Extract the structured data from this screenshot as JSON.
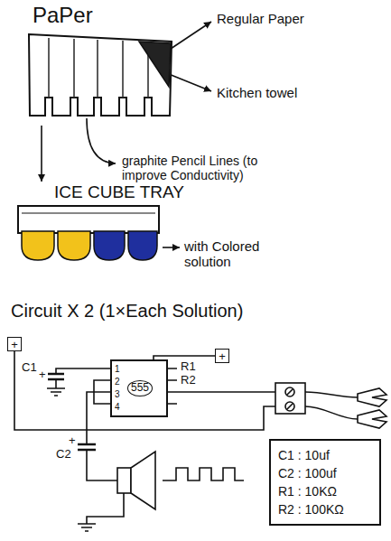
{
  "diagram": {
    "nodes": [
      {
        "text": [
          "PaPer"
        ]
      },
      {
        "text": [
          "ICE CUBE TRAY"
        ]
      },
      {
        "text": [
          "+"
        ]
      },
      {
        "text": [
          "+"
        ]
      },
      {
        "text": [
          "1",
          "2",
          "3",
          "4",
          "555"
        ]
      },
      {
        "text": [
          "C1 : 10uf",
          "C2 : 100uf",
          "R1 : 10KΩ",
          "R2 : 100KΩ"
        ]
      }
    ],
    "edges": [
      {
        "from": 0,
        "to": 1,
        "arrow": "to"
      },
      {
        "from": 3,
        "to": 4,
        "arrow": "none"
      }
    ],
    "labels": [
      "Regular Paper",
      "Kitchen towel",
      "graphite Pencil Lines (to improve Conductivity)",
      "with Colored solution",
      "Circuit X 2 (1×Each Solution)",
      "C1",
      "+",
      "R1",
      "R2",
      "C2",
      "+"
    ]
  }
}
